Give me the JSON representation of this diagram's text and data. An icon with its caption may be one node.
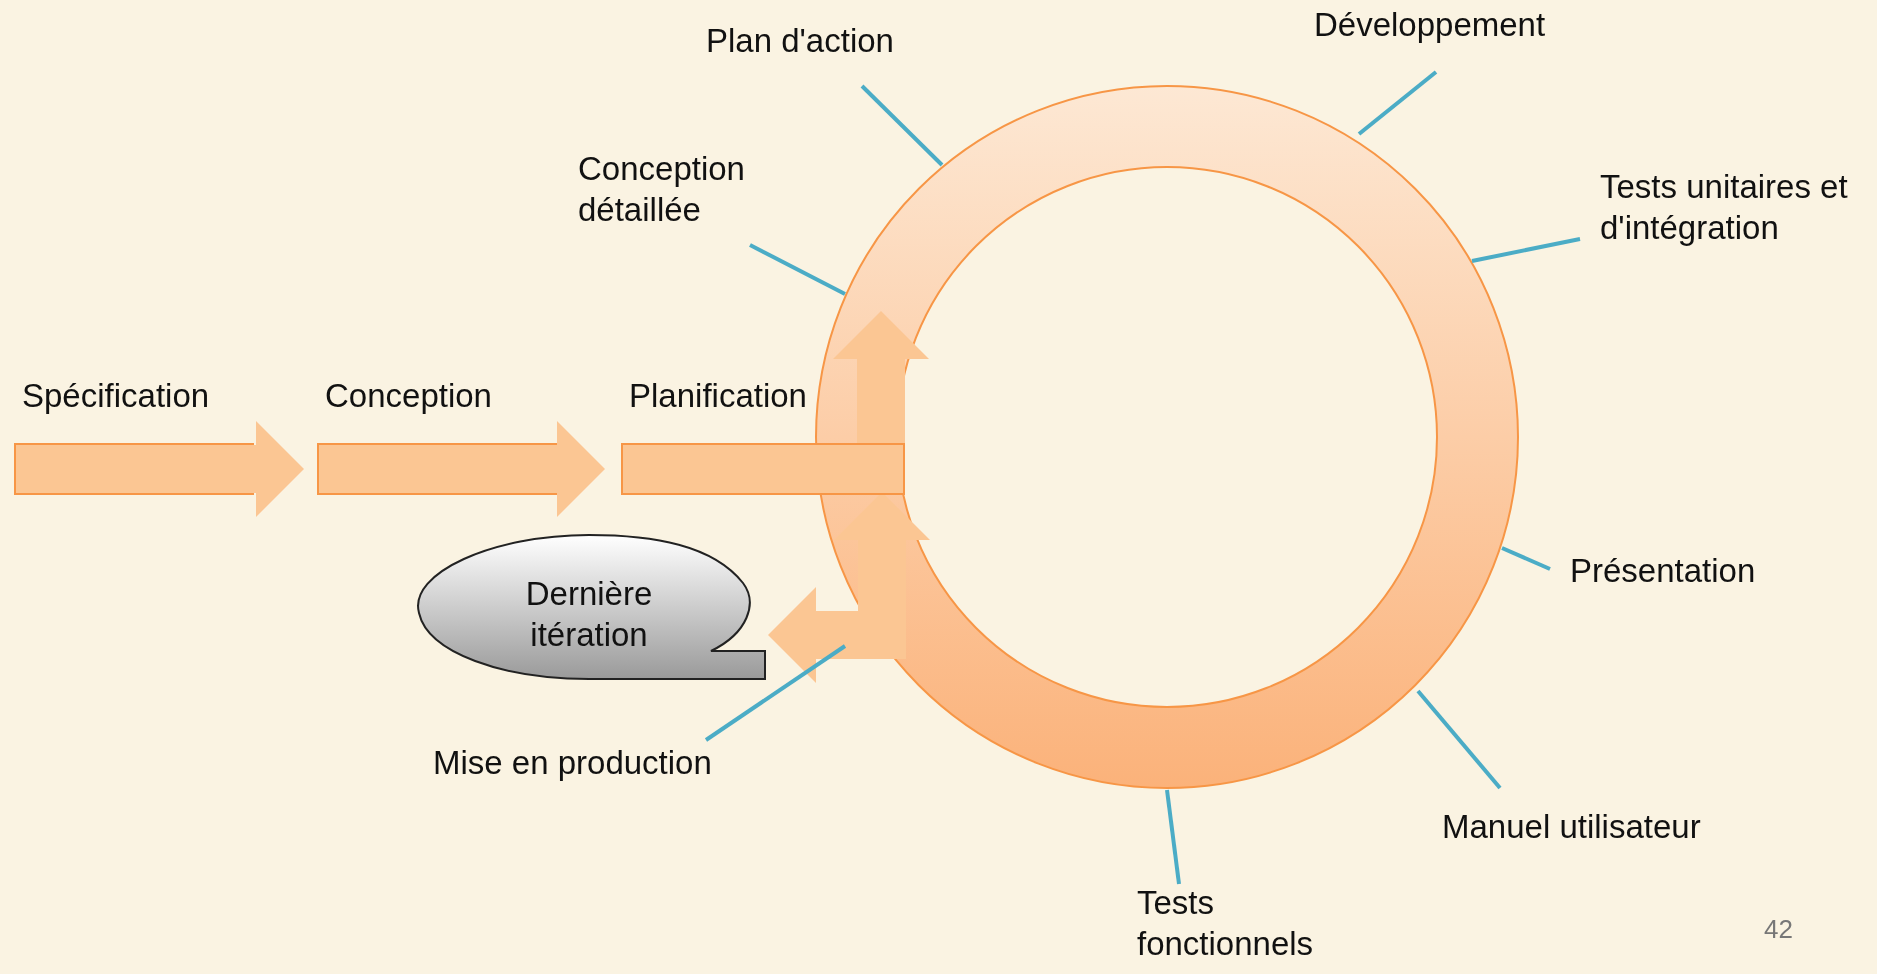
{
  "diagram": {
    "nodes": [
      {
        "text": [],
        "shape": "circle"
      },
      {
        "text": [
          "Plan d'action"
        ]
      },
      {
        "text": [
          "Développement"
        ]
      },
      {
        "text": [
          "Conception détaillée"
        ]
      },
      {
        "text": [
          "Tests unitaires et d'intégration"
        ]
      },
      {
        "text": [
          "Spécification"
        ]
      },
      {
        "text": [
          "Conception"
        ]
      },
      {
        "text": [
          "Planification"
        ]
      },
      {
        "text": [
          "Présentation"
        ]
      },
      {
        "text": [
          "Dernière itération"
        ]
      },
      {
        "text": [
          "Mise en production"
        ]
      },
      {
        "text": [
          "Manuel utilisateur"
        ]
      },
      {
        "text": [
          "Tests fonctionnels"
        ]
      }
    ],
    "edges": [
      {
        "from": 1,
        "to": 0,
        "arrow": "none"
      },
      {
        "from": 2,
        "to": 0,
        "arrow": "none"
      },
      {
        "from": 3,
        "to": 0,
        "arrow": "none"
      },
      {
        "from": 4,
        "to": 0,
        "arrow": "none"
      },
      {
        "from": 5,
        "to": 6,
        "arrow": "to",
        "style": "thick",
        "color": "#fbc693"
      },
      {
        "from": 6,
        "to": 7,
        "arrow": "to",
        "style": "thick",
        "color": "#fbc693"
      },
      {
        "from": 7,
        "to": 0,
        "arrow": "to",
        "style": "thick",
        "color": "#fbc693"
      },
      {
        "from": 8,
        "to": 0,
        "arrow": "none"
      },
      {
        "from": 0,
        "to": 9,
        "arrow": "both",
        "style": "thick",
        "color": "#fbc693"
      },
      {
        "from": 10,
        "to": 0,
        "arrow": "none"
      },
      {
        "from": 11,
        "to": 0,
        "arrow": "none"
      },
      {
        "from": 12,
        "to": 0,
        "arrow": "none"
      }
    ],
    "labels": [
      "42"
    ]
  }
}
